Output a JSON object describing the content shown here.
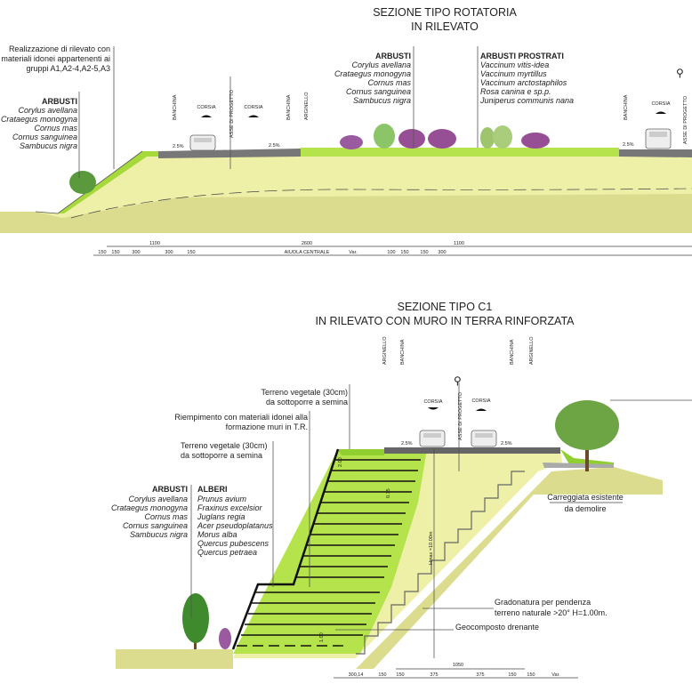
{
  "top_section": {
    "title_line1": "SEZIONE TIPO ROTATORIA",
    "title_line2": "IN RILEVATO",
    "fill_note": [
      "Realizzazione di rilevato con",
      "materiali idonei appartenenti ai",
      "gruppi A1,A2-4,A2-5,A3"
    ],
    "arbusti_left": {
      "heading": "ARBUSTI",
      "items": [
        "Corylus avellana",
        "Crataegus monogyna",
        "Cornus mas",
        "Cornus sanguinea",
        "Sambucus nigra"
      ]
    },
    "arbusti_center": {
      "heading": "ARBUSTI",
      "items": [
        "Corylus avellana",
        "Crataegus monogyna",
        "Cornus mas",
        "Cornus sanguinea",
        "Sambucus nigra"
      ]
    },
    "arbusti_prostrati": {
      "heading": "ARBUSTI PROSTRATI",
      "items": [
        "Vaccinum vitis-idea",
        "Vaccinum myrtillus",
        "Vaccinum arctostaphilos",
        "Rosa canina e sp.p.",
        "Juniperus communis nana"
      ]
    },
    "road_labels": {
      "banchina": "BANCHINA",
      "corsia": "CORSIA",
      "asse": "ASSE DI PROGETTO",
      "arginello": "ARGINELLO",
      "slope": "2.5%"
    },
    "dims_upper": [
      "1100",
      "2600",
      "1100"
    ],
    "dims_lower": [
      "150",
      "150",
      "300",
      "300",
      "150",
      "AIUOLA CENTRALE",
      "Var.",
      "100",
      "150",
      "150",
      "300"
    ]
  },
  "bottom_section": {
    "title_line1": "SEZIONE TIPO C1",
    "title_line2": "IN RILEVATO CON MURO IN TERRA RINFORZATA",
    "road_labels": {
      "arginello": "ARGINELLO",
      "banchina": "BANCHINA",
      "corsia": "CORSIA",
      "asse": "ASSE DI PROGETTO",
      "slope": "2.5%"
    },
    "note_terreno_top": [
      "Terreno vegetale (30cm)",
      "da sottoporre a semina"
    ],
    "note_riempimento": [
      "Riempimento con materiali idonei alla",
      "formazione muri in T.R."
    ],
    "note_terreno_mid": [
      "Terreno vegetale (30cm)",
      "da sottoporre a semina"
    ],
    "arbusti": {
      "heading": "ARBUSTI",
      "items": [
        "Corylus avellana",
        "Crataegus monogyna",
        "Cornus mas",
        "Cornus sanguinea",
        "Sambucus nigra"
      ]
    },
    "alberi": {
      "heading": "ALBERI",
      "items": [
        "Prunus avium",
        "Fraxinus excelsior",
        "Juglans regia",
        "Acer pseudoplatanus",
        "Morus alba",
        "Quercus pubescens",
        "Quercus petraea"
      ]
    },
    "carreggiata": [
      "Carreggiata esistente",
      "da demolire"
    ],
    "gradonatura": [
      "Gradonatura per pendenza",
      "terreno naturale >20° H=1.00m."
    ],
    "geocomposto": "Geocomposto drenante",
    "hmax": "Hmax =10.00m",
    "dim_200": "2.00",
    "dim_075": "0.75",
    "dim_100": "1.00",
    "dims_upper": [
      "1050"
    ],
    "dims_lower": [
      "300,14",
      "150",
      "150",
      "375",
      "375",
      "150",
      "150",
      "Var."
    ]
  }
}
